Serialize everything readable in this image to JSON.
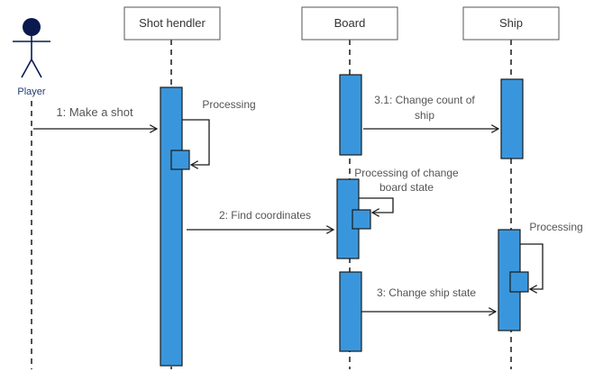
{
  "actor": {
    "name": "Player",
    "color": "#0b1a4e"
  },
  "participants": {
    "shot_handler": "Shot hendler",
    "board": "Board",
    "ship": "Ship"
  },
  "messages": {
    "make_shot": "1: Make a shot",
    "processing_shot": "Processing",
    "find_coordinates": "2: Find coordinates",
    "processing_board_line1": "Processing of change",
    "processing_board_line2": "board state",
    "change_count_line1": "3.1: Change count of",
    "change_count_line2": "ship",
    "change_ship_state": "3: Change ship state",
    "processing_ship": "Processing"
  },
  "colors": {
    "activation_fill": "#3a96dc",
    "activation_stroke": "#1a1a1a",
    "lifeline": "#1a1a1a",
    "header_border": "#555555"
  }
}
